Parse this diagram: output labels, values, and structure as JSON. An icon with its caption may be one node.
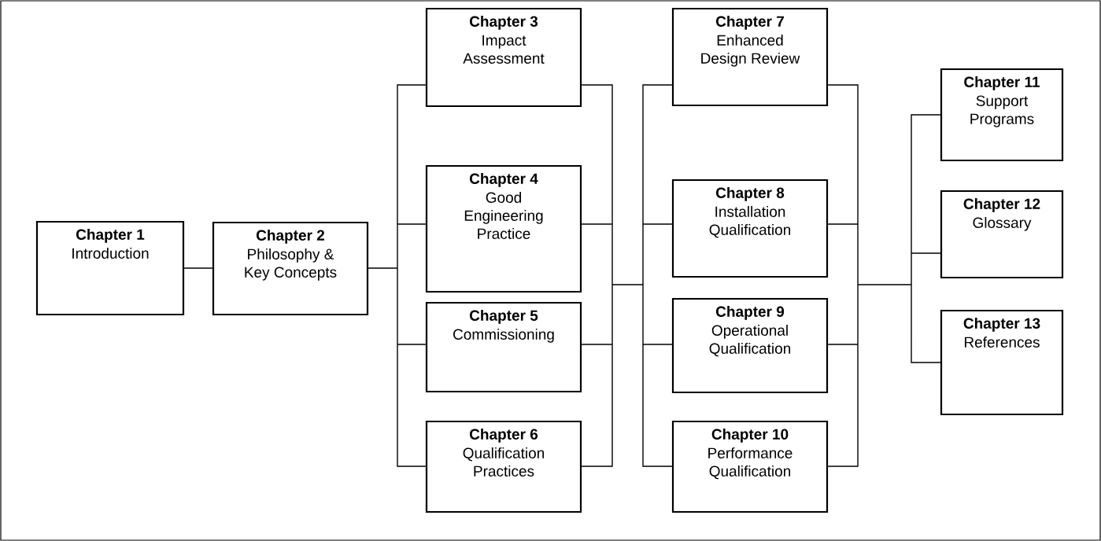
{
  "diagram": {
    "nodes": [
      {
        "text": [
          "Chapter 1",
          "Introduction"
        ]
      },
      {
        "text": [
          "Chapter 2",
          "Philosophy & Key Concepts"
        ]
      },
      {
        "text": [
          "Chapter 3",
          "Impact Assessment"
        ]
      },
      {
        "text": [
          "Chapter 4",
          "Good Engineering Practice"
        ]
      },
      {
        "text": [
          "Chapter 5",
          "Commissioning"
        ]
      },
      {
        "text": [
          "Chapter 6",
          "Qualification Practices"
        ]
      },
      {
        "text": [
          "Chapter 7",
          "Enhanced Design Review"
        ]
      },
      {
        "text": [
          "Chapter 8",
          "Installation Qualification"
        ]
      },
      {
        "text": [
          "Chapter 9",
          "Operational Qualification"
        ]
      },
      {
        "text": [
          "Chapter 10",
          "Performance Qualification"
        ]
      },
      {
        "text": [
          "Chapter 11",
          "Support Programs"
        ]
      },
      {
        "text": [
          "Chapter 12",
          "Glossary"
        ]
      },
      {
        "text": [
          "Chapter 13",
          "References"
        ]
      }
    ],
    "edges": [
      {
        "from": 0,
        "to": 1,
        "arrow": "none"
      },
      {
        "from": 1,
        "to": 2,
        "arrow": "none"
      },
      {
        "from": 1,
        "to": 3,
        "arrow": "none"
      },
      {
        "from": 1,
        "to": 4,
        "arrow": "none"
      },
      {
        "from": 1,
        "to": 5,
        "arrow": "none"
      },
      {
        "from": 2,
        "to": 6,
        "arrow": "none"
      },
      {
        "from": 2,
        "to": 7,
        "arrow": "none"
      },
      {
        "from": 2,
        "to": 8,
        "arrow": "none"
      },
      {
        "from": 2,
        "to": 9,
        "arrow": "none"
      },
      {
        "from": 3,
        "to": 6,
        "arrow": "none"
      },
      {
        "from": 3,
        "to": 7,
        "arrow": "none"
      },
      {
        "from": 3,
        "to": 8,
        "arrow": "none"
      },
      {
        "from": 3,
        "to": 9,
        "arrow": "none"
      },
      {
        "from": 4,
        "to": 6,
        "arrow": "none"
      },
      {
        "from": 4,
        "to": 7,
        "arrow": "none"
      },
      {
        "from": 4,
        "to": 8,
        "arrow": "none"
      },
      {
        "from": 4,
        "to": 9,
        "arrow": "none"
      },
      {
        "from": 5,
        "to": 6,
        "arrow": "none"
      },
      {
        "from": 5,
        "to": 7,
        "arrow": "none"
      },
      {
        "from": 5,
        "to": 8,
        "arrow": "none"
      },
      {
        "from": 5,
        "to": 9,
        "arrow": "none"
      },
      {
        "from": 6,
        "to": 10,
        "arrow": "none"
      },
      {
        "from": 6,
        "to": 11,
        "arrow": "none"
      },
      {
        "from": 6,
        "to": 12,
        "arrow": "none"
      },
      {
        "from": 7,
        "to": 10,
        "arrow": "none"
      },
      {
        "from": 7,
        "to": 11,
        "arrow": "none"
      },
      {
        "from": 7,
        "to": 12,
        "arrow": "none"
      },
      {
        "from": 8,
        "to": 10,
        "arrow": "none"
      },
      {
        "from": 8,
        "to": 11,
        "arrow": "none"
      },
      {
        "from": 8,
        "to": 12,
        "arrow": "none"
      },
      {
        "from": 9,
        "to": 10,
        "arrow": "none"
      },
      {
        "from": 9,
        "to": 11,
        "arrow": "none"
      },
      {
        "from": 9,
        "to": 12,
        "arrow": "none"
      }
    ]
  }
}
